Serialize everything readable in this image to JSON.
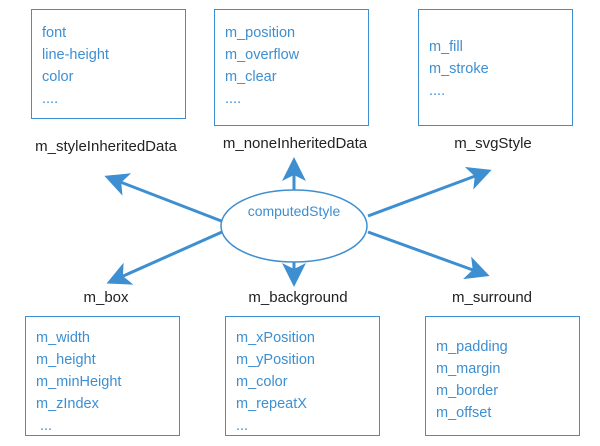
{
  "center": {
    "label": "computedStyle"
  },
  "groups": [
    {
      "id": "style-inherited",
      "caption": "m_styleInheritedData",
      "items": [
        "font",
        "line-height",
        "color",
        "...."
      ]
    },
    {
      "id": "none-inherited",
      "caption": "m_noneInheritedData",
      "items": [
        "m_position",
        "m_overflow",
        "m_clear",
        "...."
      ]
    },
    {
      "id": "svg-style",
      "caption": "m_svgStyle",
      "items": [
        "m_fill",
        "m_stroke",
        "...."
      ]
    },
    {
      "id": "box",
      "caption": "m_box",
      "items": [
        "m_width",
        "m_height",
        "m_minHeight",
        "m_zIndex",
        "..."
      ]
    },
    {
      "id": "background",
      "caption": "m_background",
      "items": [
        "m_xPosition",
        "m_yPosition",
        "m_color",
        "m_repeatX",
        "..."
      ]
    },
    {
      "id": "surround",
      "caption": "m_surround",
      "items": [
        "m_padding",
        "m_margin",
        "m_border",
        "m_offset"
      ]
    }
  ],
  "colors": {
    "accent": "#3d8fd1",
    "caption_text": "#222222",
    "background": "#ffffff"
  }
}
